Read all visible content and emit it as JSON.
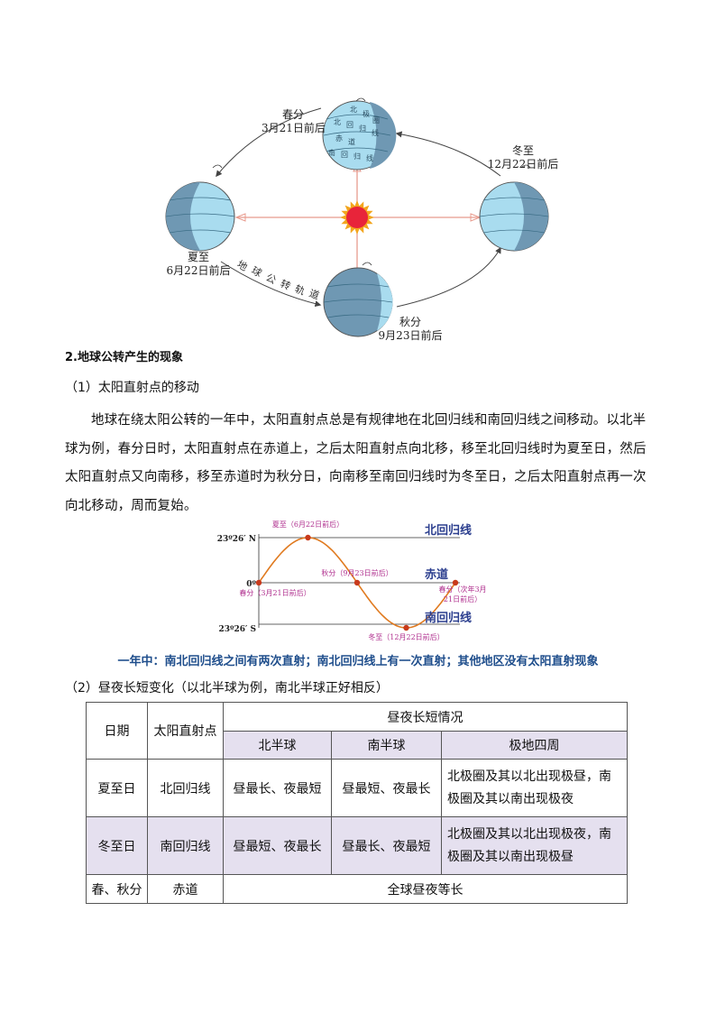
{
  "orbit_figure": {
    "spring": {
      "name": "春分",
      "date": "3月21日前后"
    },
    "summer": {
      "name": "夏至",
      "date": "6月22日前后"
    },
    "autumn": {
      "name": "秋分",
      "date": "9月23日前后"
    },
    "winter": {
      "name": "冬至",
      "date": "12月22日前后"
    },
    "orbit_label": [
      "地",
      "球",
      "公",
      "转",
      "轨",
      "道"
    ],
    "globe_labels": [
      "北",
      "极",
      "圈",
      "北",
      "回",
      "归",
      "线",
      "赤",
      "道",
      "南",
      "回",
      "归",
      "线"
    ],
    "colors": {
      "ocean": "#a9dcef",
      "night": "#6f98b3",
      "sun": "#e8243a",
      "sun_rays": "#f3a51c",
      "ray_line": "#e89b8e"
    }
  },
  "section": {
    "heading": "2.地球公转产生的现象",
    "sub1": "（1）太阳直射点的移动",
    "paragraph": "地球在绕太阳公转的一年中，太阳直射点总是有规律地在北回归线和南回归线之间移动。以北半球为例，春分日时，太阳直射点在赤道上，之后太阳直射点向北移，移至北回归线时为夏至日，然后太阳直射点又向南移，移至赤道时为秋分日，向南移至南回归线时为冬至日，之后太阳直射点再一次向北移动，周而复始。",
    "summary": "一年中：南北回归线之间有两次直射；南北回归线上有一次直射；其他地区没有太阳直射现象",
    "sub2": "（2）昼夜长短变化（以北半球为例，南北半球正好相反）"
  },
  "chart_data": {
    "type": "line",
    "y_tick_labels": [
      "23º26′ N",
      "0º",
      "23º26′ S"
    ],
    "ylim": [
      -23.43,
      23.43
    ],
    "lines_labels": {
      "north": "北回归线",
      "equator": "赤道",
      "south": "南回归线"
    },
    "series": [
      {
        "x": [
          "春分",
          "夏至",
          "秋分",
          "冬至",
          "春分"
        ],
        "values": [
          0,
          23.43,
          0,
          -23.43,
          0
        ]
      }
    ],
    "points": [
      {
        "label": "春分（3月21日前后）",
        "value": 0
      },
      {
        "label": "夏至（6月22日前后）",
        "value": 23.43
      },
      {
        "label": "秋分（9月23日前后）",
        "value": 0
      },
      {
        "label": "冬至（12月22日前后）",
        "value": -23.43
      },
      {
        "label": "春分（次年3月21日前后）",
        "value": 0
      }
    ],
    "last_label_lines": [
      "春分（次年3月",
      "21日前后）"
    ],
    "colors": {
      "curve": "#e07a1f",
      "point": "#c83a1c",
      "point_label": "#b0308f",
      "line_label": "#2c3f8f"
    }
  },
  "table": {
    "header": {
      "date": "日期",
      "direct": "太阳直射点",
      "group": "昼夜长短情况",
      "north": "北半球",
      "south": "南半球",
      "polar": "极地四周"
    },
    "rows": [
      {
        "date": "夏至日",
        "direct": "北回归线",
        "north": "昼最长、夜最短",
        "south": "昼最短、夜最长",
        "polar": "北极圈及其以北出现极昼，南极圈及其以南出现极夜"
      },
      {
        "date": "冬至日",
        "direct": "南回归线",
        "north": "昼最短、夜最长",
        "south": "昼最长、夜最短",
        "polar": "北极圈及其以北出现极夜，南极圈及其以南出现极昼"
      },
      {
        "date": "春、秋分",
        "direct": "赤道",
        "all": "全球昼夜等长"
      }
    ]
  }
}
